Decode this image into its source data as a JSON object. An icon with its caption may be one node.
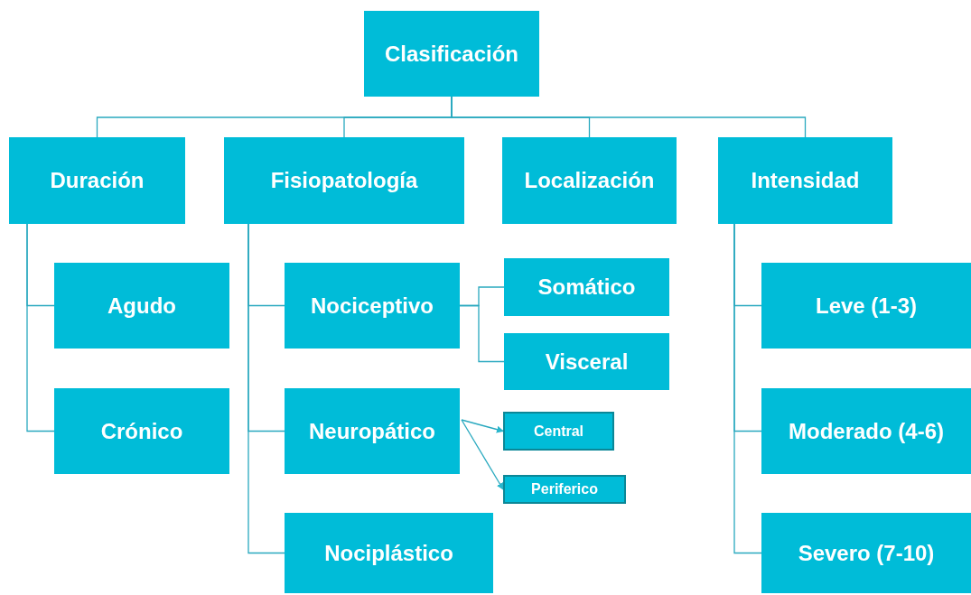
{
  "diagram": {
    "nodes": [
      {
        "text": [
          "Clasificación"
        ]
      },
      {
        "text": [
          "Duración"
        ]
      },
      {
        "text": [
          "Fisiopatología"
        ]
      },
      {
        "text": [
          "Localización"
        ]
      },
      {
        "text": [
          "Intensidad"
        ]
      },
      {
        "text": [
          "Agudo"
        ]
      },
      {
        "text": [
          "Crónico"
        ]
      },
      {
        "text": [
          "Nociceptivo"
        ]
      },
      {
        "text": [
          "Neuropático"
        ]
      },
      {
        "text": [
          "Nociplástico"
        ]
      },
      {
        "text": [
          "Somático"
        ]
      },
      {
        "text": [
          "Visceral"
        ]
      },
      {
        "text": [
          "Central"
        ]
      },
      {
        "text": [
          "Periferico"
        ]
      },
      {
        "text": [
          "Leve (1-3)"
        ]
      },
      {
        "text": [
          "Moderado (4-6)"
        ]
      },
      {
        "text": [
          "Severo (7-10)"
        ]
      }
    ],
    "edges": [
      {
        "from": 0,
        "to": 1,
        "arrow": "none"
      },
      {
        "from": 0,
        "to": 2,
        "arrow": "none"
      },
      {
        "from": 0,
        "to": 3,
        "arrow": "none"
      },
      {
        "from": 0,
        "to": 4,
        "arrow": "none"
      },
      {
        "from": 1,
        "to": 5,
        "arrow": "none"
      },
      {
        "from": 1,
        "to": 6,
        "arrow": "none"
      },
      {
        "from": 2,
        "to": 7,
        "arrow": "none"
      },
      {
        "from": 2,
        "to": 8,
        "arrow": "none"
      },
      {
        "from": 2,
        "to": 9,
        "arrow": "none"
      },
      {
        "from": 7,
        "to": 10,
        "arrow": "none"
      },
      {
        "from": 7,
        "to": 11,
        "arrow": "none"
      },
      {
        "from": 8,
        "to": 12,
        "arrow": "to"
      },
      {
        "from": 8,
        "to": 13,
        "arrow": "to"
      },
      {
        "from": 4,
        "to": 14,
        "arrow": "none"
      },
      {
        "from": 4,
        "to": 15,
        "arrow": "none"
      },
      {
        "from": 4,
        "to": 16,
        "arrow": "none"
      }
    ]
  }
}
